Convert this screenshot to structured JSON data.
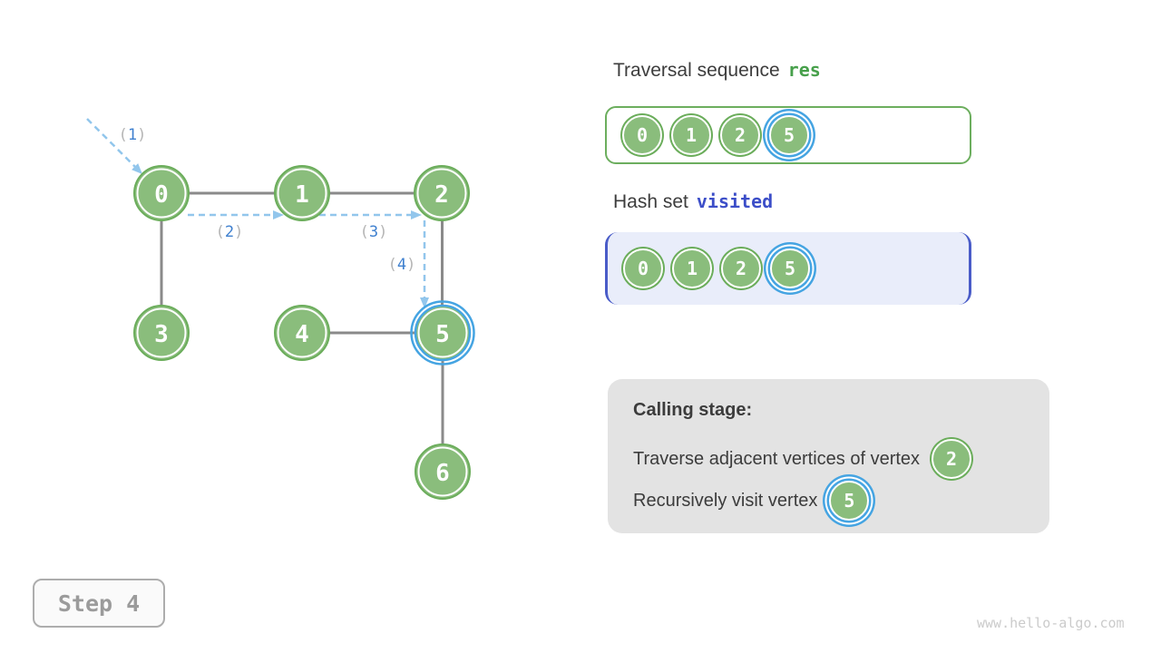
{
  "page": {
    "watermark": "www.hello-algo.com"
  },
  "step_badge": {
    "label": "Step 4"
  },
  "colors": {
    "node_fill": "#8abd7c",
    "node_stroke": "#6bad5b",
    "highlight_blue": "#45a4e2",
    "arrow_blue": "#92c6ec",
    "arrow_digit_blue": "#3f80cf",
    "paren_gray": "#b5b5b5",
    "edge_gray": "#8a8a8a",
    "res_green": "#47a04b",
    "visited_indigo": "#3c4ec8",
    "visited_box_bg": "#e9edfa",
    "visited_bracket": "#4a5cc8",
    "calling_box_bg": "#e3e3e3",
    "step_text_gray": "#9b9b9b"
  },
  "graph": {
    "paren_open": "(",
    "paren_close": ")",
    "nodes": [
      {
        "label": "0",
        "highlighted": false
      },
      {
        "label": "1",
        "highlighted": false
      },
      {
        "label": "2",
        "highlighted": false
      },
      {
        "label": "3",
        "highlighted": false
      },
      {
        "label": "4",
        "highlighted": false
      },
      {
        "label": "5",
        "highlighted": true
      },
      {
        "label": "6",
        "highlighted": false
      }
    ],
    "edges": [
      [
        0,
        1
      ],
      [
        1,
        2
      ],
      [
        0,
        3
      ],
      [
        4,
        5
      ],
      [
        2,
        5
      ],
      [
        5,
        6
      ]
    ],
    "arrows": [
      {
        "label": "1"
      },
      {
        "label": "2"
      },
      {
        "label": "3"
      },
      {
        "label": "4"
      }
    ]
  },
  "traversal_sequence": {
    "title_prefix": "Traversal sequence",
    "title_code": "res",
    "items": [
      {
        "label": "0",
        "highlighted": false
      },
      {
        "label": "1",
        "highlighted": false
      },
      {
        "label": "2",
        "highlighted": false
      },
      {
        "label": "5",
        "highlighted": true
      }
    ]
  },
  "hash_set": {
    "title_prefix": "Hash set",
    "title_code": "visited",
    "items": [
      {
        "label": "0",
        "highlighted": false
      },
      {
        "label": "1",
        "highlighted": false
      },
      {
        "label": "2",
        "highlighted": false
      },
      {
        "label": "5",
        "highlighted": true
      }
    ]
  },
  "calling_stage": {
    "title": "Calling stage:",
    "line1_text": "Traverse adjacent vertices of vertex",
    "line1_vertex": "2",
    "line2_text": "Recursively visit vertex",
    "line2_vertex": "5"
  }
}
